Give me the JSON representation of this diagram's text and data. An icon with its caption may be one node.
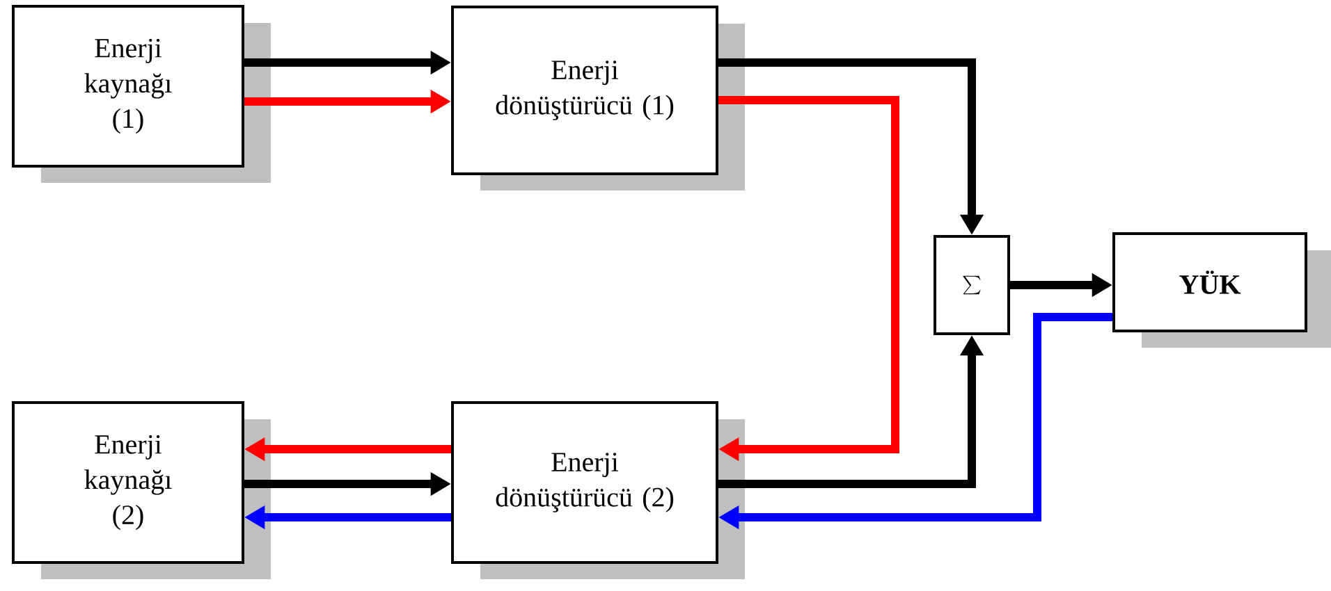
{
  "diagram": {
    "nodes": [
      {
        "text": [
          "Enerji kaynağı (1)"
        ]
      },
      {
        "text": [
          "Enerji dönüştürücü (1)"
        ]
      },
      {
        "text": [
          "\\sum"
        ]
      },
      {
        "text": [
          "YÜK"
        ]
      },
      {
        "text": [
          "Enerji kaynağı (2)"
        ]
      },
      {
        "text": [
          "Enerji dönüştürücü (2)"
        ]
      }
    ],
    "edges": [
      {
        "from": 0,
        "to": 1,
        "arrow": "to"
      },
      {
        "from": 0,
        "to": 1,
        "arrow": "to",
        "color": "#ff0000"
      },
      {
        "from": 1,
        "to": 2,
        "arrow": "to"
      },
      {
        "from": 1,
        "to": 5,
        "arrow": "to",
        "color": "#ff0000"
      },
      {
        "from": 2,
        "to": 3,
        "arrow": "to"
      },
      {
        "from": 5,
        "to": 2,
        "arrow": "to"
      },
      {
        "from": 3,
        "to": 5,
        "arrow": "to",
        "color": "#0000ff"
      },
      {
        "from": 5,
        "to": 4,
        "arrow": "to",
        "color": "#ff0000"
      },
      {
        "from": 4,
        "to": 5,
        "arrow": "to"
      },
      {
        "from": 5,
        "to": 4,
        "arrow": "to",
        "color": "#0000ff"
      }
    ]
  }
}
